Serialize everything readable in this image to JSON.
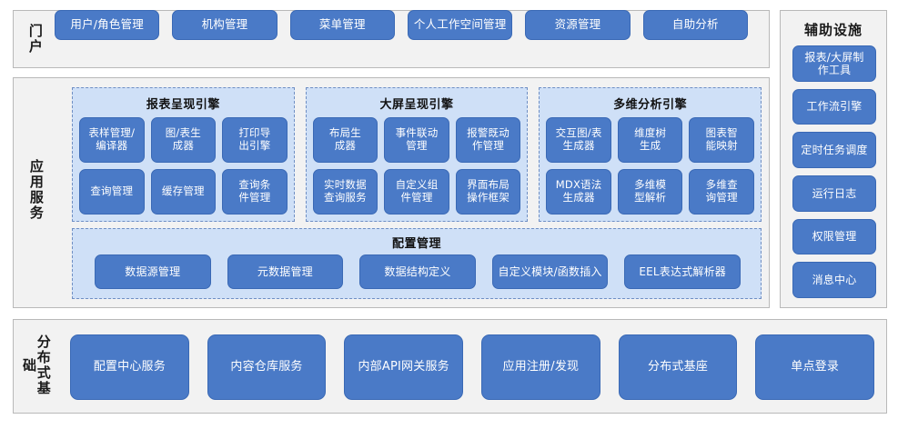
{
  "portal": {
    "label": "门户",
    "items": [
      "用户/角色管理",
      "机构管理",
      "菜单管理",
      "个人工作空间管理",
      "资源管理",
      "自助分析"
    ]
  },
  "aux": {
    "title": "辅助设施",
    "items": [
      "报表/大屏制\n作工具",
      "工作流引擎",
      "定时任务调度",
      "运行日志",
      "权限管理",
      "消息中心"
    ]
  },
  "app_services": {
    "label": "应用服务",
    "engines": [
      {
        "title": "报表呈现引擎",
        "items": [
          "表样管理/\n编译器",
          "图/表生\n成器",
          "打印导\n出引擎",
          "查询管理",
          "缓存管理",
          "查询条\n件管理"
        ]
      },
      {
        "title": "大屏呈现引擎",
        "items": [
          "布局生\n成器",
          "事件联动\n管理",
          "报警既动\n作管理",
          "实时数据\n查询服务",
          "自定义组\n件管理",
          "界面布局\n操作框架"
        ]
      },
      {
        "title": "多维分析引擎",
        "items": [
          "交互图/表\n生成器",
          "维度树\n生成",
          "图表智\n能映射",
          "MDX语法\n生成器",
          "多维模\n型解析",
          "多维查\n询管理"
        ]
      }
    ],
    "config": {
      "title": "配置管理",
      "items": [
        "数据源管理",
        "元数据管理",
        "数据结构定义",
        "自定义模块/函数插入",
        "EEL表达式解析器"
      ]
    }
  },
  "distributed": {
    "label": "分布式基础",
    "items": [
      "配置中心服务",
      "内容仓库服务",
      "内部API网关服务",
      "应用注册/发现",
      "分布式基座",
      "单点登录"
    ]
  },
  "colors": {
    "button_blue": "#4a7ac7",
    "panel_blue": "#cfe0f7",
    "section_gray": "#f2f2f2",
    "border_gray": "#b9b9b9"
  }
}
